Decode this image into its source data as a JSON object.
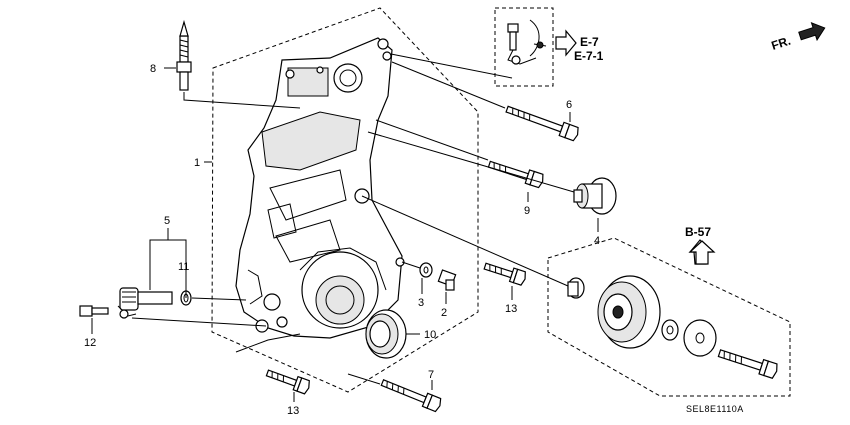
{
  "callouts": {
    "c1": "1",
    "c2": "2",
    "c3": "3",
    "c4": "4",
    "c5": "5",
    "c6": "6",
    "c7": "7",
    "c8": "8",
    "c9": "9",
    "c10": "10",
    "c11": "11",
    "c12": "12",
    "c13a": "13",
    "c13b": "13"
  },
  "refs": {
    "e7": "E-7",
    "e71": "E-7-1",
    "b57": "B-57",
    "front": "FR."
  },
  "diagram_code": "SEL8E1110A"
}
